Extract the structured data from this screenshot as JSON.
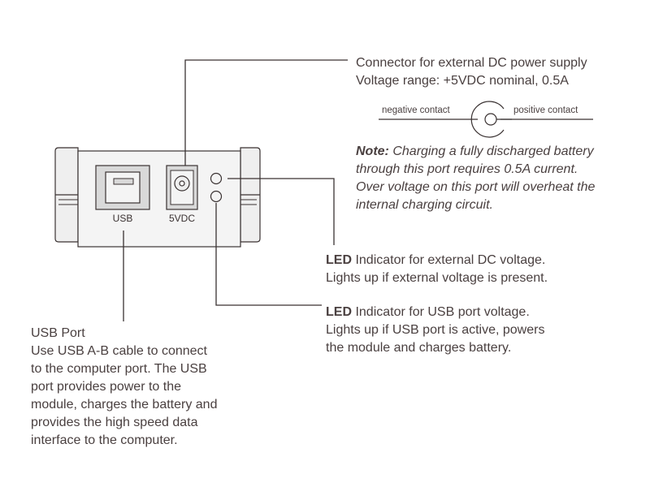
{
  "dc_connector": {
    "line1": "Connector for external DC power supply",
    "line2": "Voltage range: +5VDC nominal, 0.5A",
    "negative_label": "negative contact",
    "positive_label": "positive contact"
  },
  "note": {
    "prefix": "Note:",
    "line1": "Charging a fully discharged battery",
    "line2": "through this port requires 0.5A current.",
    "line3": "Over voltage on this port will overheat the",
    "line4": "internal charging circuit."
  },
  "device": {
    "usb_label": "USB",
    "dc_label": "5VDC"
  },
  "led_dc": {
    "bold": "LED",
    "line1": " Indicator for external DC voltage.",
    "line2": "Lights up if external voltage is present."
  },
  "led_usb": {
    "bold": "LED",
    "line1": " Indicator for USB port voltage.",
    "line2": "Lights up if USB port is active, powers",
    "line3": "the module and charges battery."
  },
  "usb_port": {
    "title": "USB Port",
    "line1": "Use USB A-B cable to connect",
    "line2": "to the computer port. The USB",
    "line3": "port provides power to the",
    "line4": "module, charges the battery and",
    "line5": "provides the high speed data",
    "line6": "interface to the computer."
  },
  "colors": {
    "text": "#4a4040",
    "outline": "#3a3232",
    "body_fill": "#efefef",
    "line": "#3a3232"
  }
}
